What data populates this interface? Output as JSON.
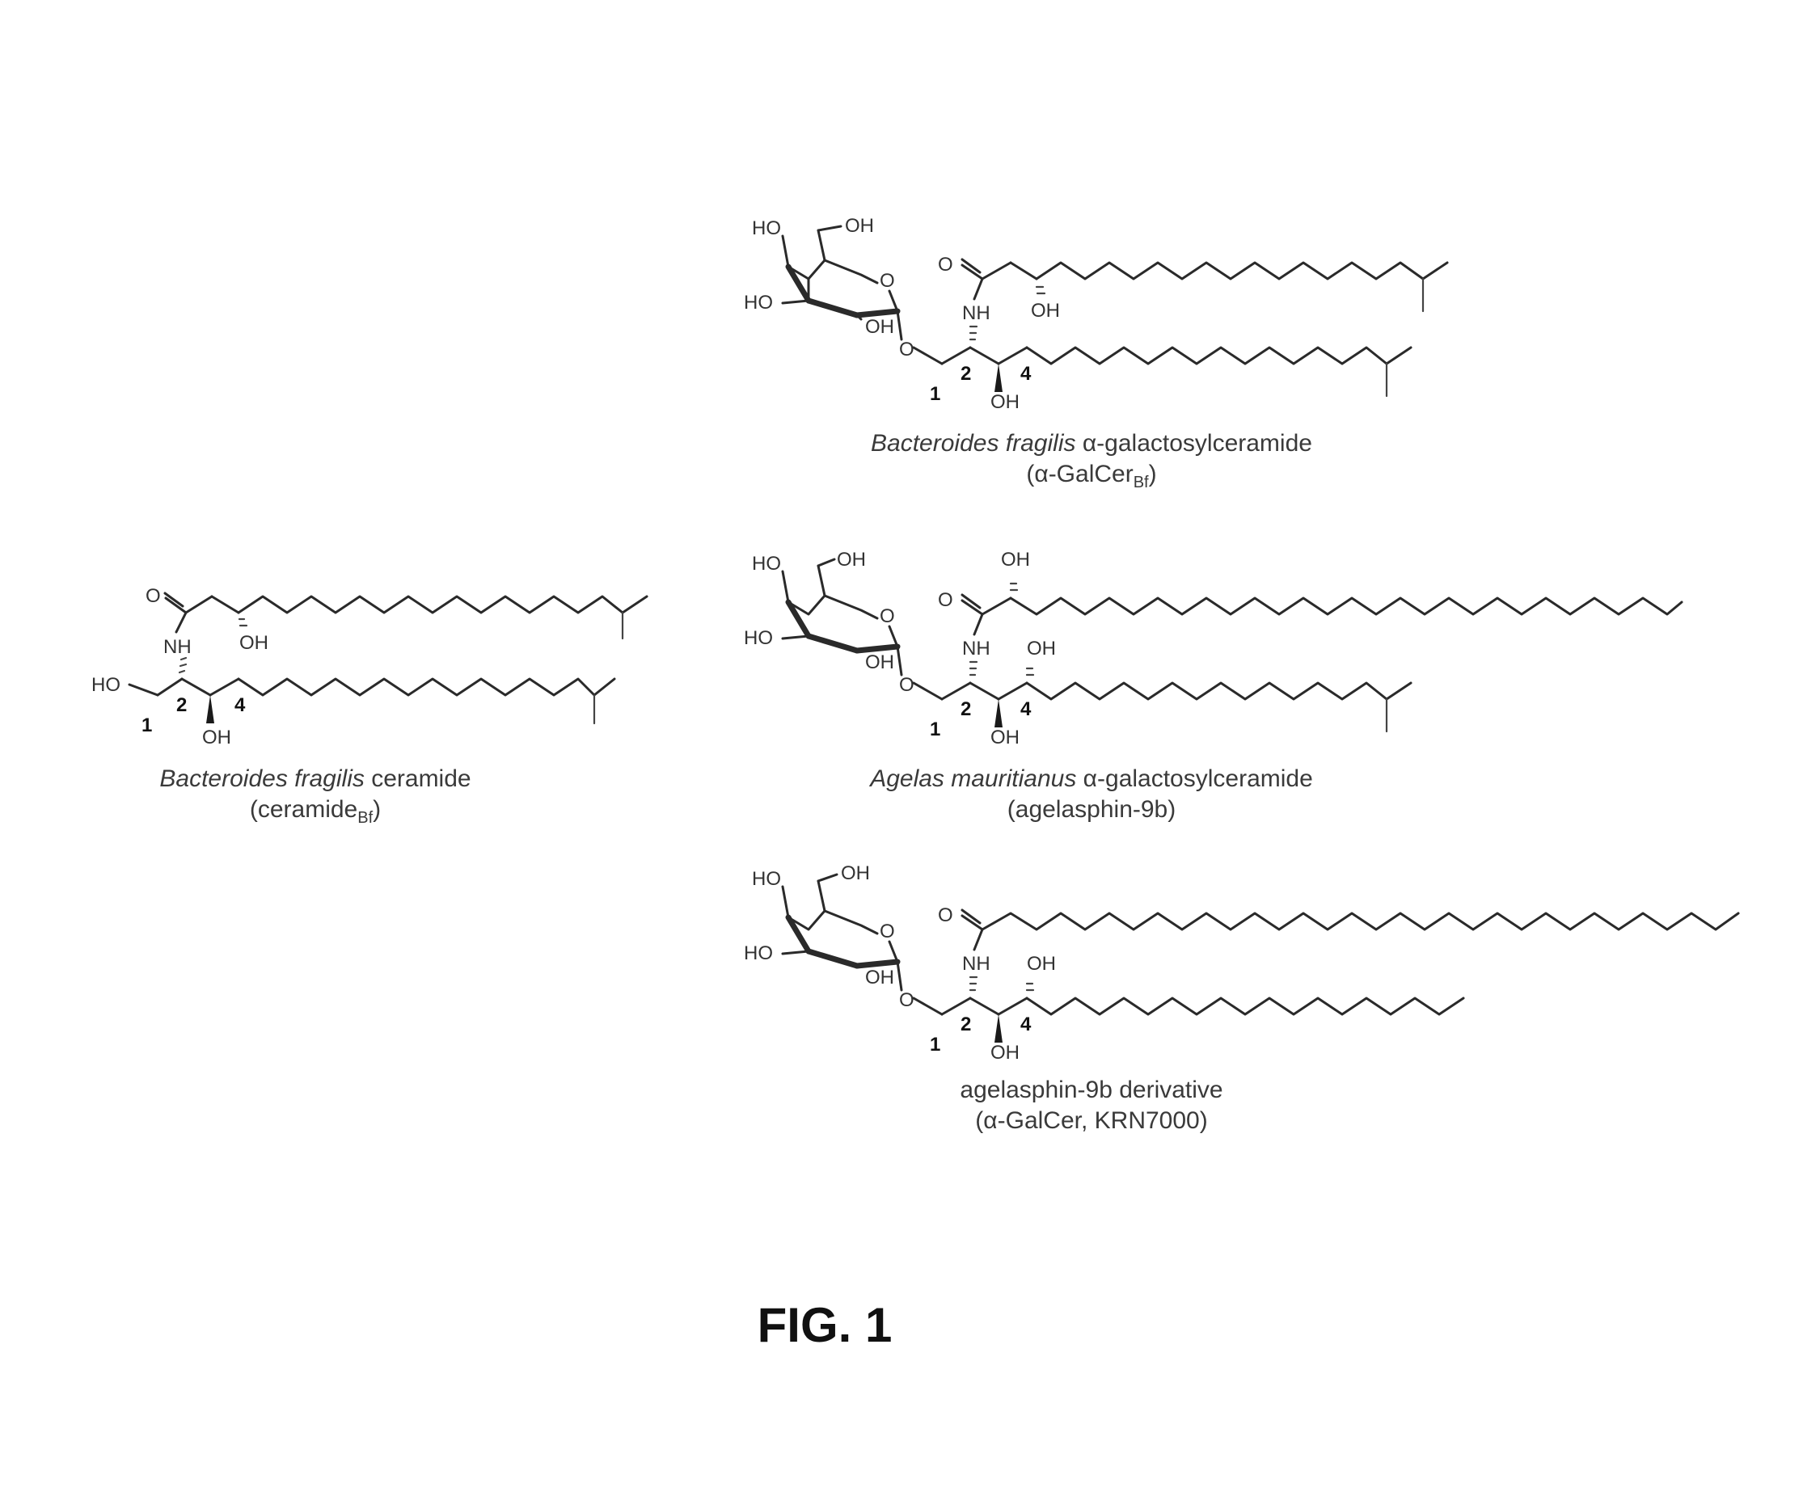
{
  "figure_label": "FIG. 1",
  "atom_labels": {
    "ho": "HO",
    "oh": "OH",
    "nh": "NH",
    "o": "O",
    "num1": "1",
    "num2": "2",
    "num4": "4"
  },
  "compounds": [
    {
      "name_italic": "Bacteroides fragilis",
      "name_rest": "ceramide",
      "abbrev_open": "(ceramide",
      "abbrev_sub": "Bf",
      "abbrev_close": ")"
    },
    {
      "name_italic": "Bacteroides fragilis",
      "name_rest": "α-galactosylceramide",
      "abbrev_open": "(α-GalCer",
      "abbrev_sub": "Bf",
      "abbrev_close": ")"
    },
    {
      "name_italic": "Agelas mauritianus",
      "name_rest": "α-galactosylceramide",
      "abbrev_open": "(agelasphin-9b)",
      "abbrev_sub": "",
      "abbrev_close": ""
    },
    {
      "name_italic": "",
      "name_rest": "agelasphin-9b derivative",
      "abbrev_open": "(α-GalCer, KRN7000)",
      "abbrev_sub": "",
      "abbrev_close": ""
    }
  ]
}
